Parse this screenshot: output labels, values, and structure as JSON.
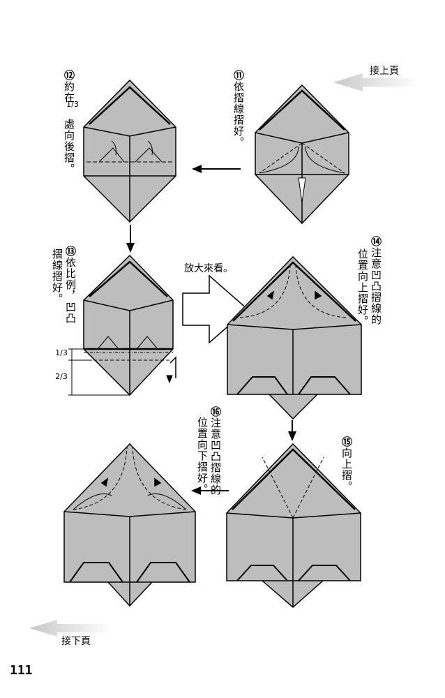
{
  "page": {
    "prev_page_label": "接上頁",
    "next_page_label": "接下頁",
    "page_number": "111",
    "zoom_label": "放大來看。"
  },
  "steps": [
    {
      "num": "⑪",
      "text": "依摺線摺好。"
    },
    {
      "num": "⑫",
      "text_before": "約在",
      "fraction": "1/3",
      "text_after": "處向後摺。"
    },
    {
      "num": "⑬",
      "col1": "依比例，凹凸",
      "col2": "摺線摺好。"
    },
    {
      "num": "⑭",
      "col1": "注意凹凸摺線的",
      "col2": "位置向上摺好。"
    },
    {
      "num": "⑮",
      "text": "向上摺。"
    },
    {
      "num": "⑯",
      "col1": "注意凹凸摺線的",
      "col2": "位置向下摺好。"
    }
  ],
  "ratio_labels": {
    "top": "1/3",
    "bottom": "2/3"
  },
  "colors": {
    "paper": "#bdbdbd",
    "paper_dark": "#a9a9a9",
    "line": "#000000",
    "arrow_gray": "#d9d9d9"
  }
}
